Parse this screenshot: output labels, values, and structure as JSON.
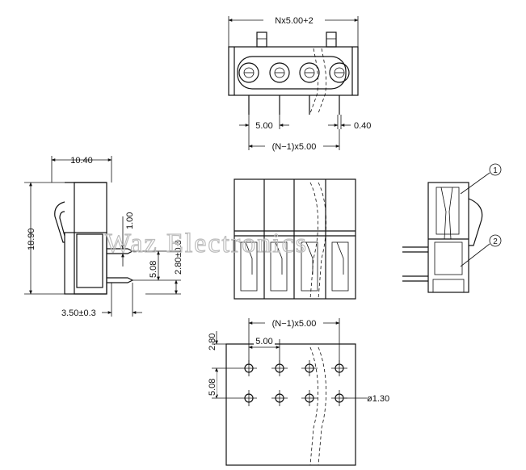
{
  "dimensions": {
    "top_width": "Nx5.00+2",
    "top_pitch": "5.00",
    "top_pin": "0.40",
    "top_span": "(N−1)x5.00",
    "side_width": "10.40",
    "side_height": "18.90",
    "side_pin_len": "1.00",
    "side_pin_gap": "2.80±0.3",
    "side_pin_spacing": "5.08",
    "side_offset": "3.50±0.3",
    "bottom_span": "(N−1)x5.00",
    "bottom_pitch": "5.00",
    "bottom_edge": "2.80",
    "bottom_row_spacing": "5.08",
    "hole_dia": "ø1.30"
  },
  "callouts": [
    "1",
    "2"
  ],
  "watermark": "Waz Electronics"
}
